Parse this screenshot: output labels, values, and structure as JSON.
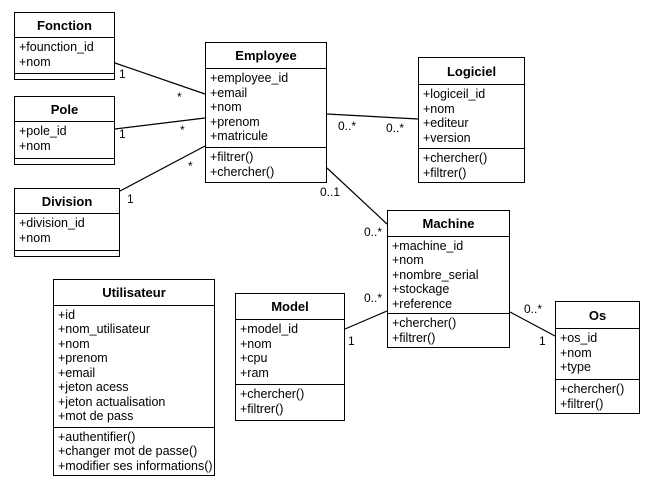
{
  "classes": {
    "fonction": {
      "name": "Fonction",
      "attributes": [
        "+founction_id",
        "+nom"
      ],
      "methods": []
    },
    "pole": {
      "name": "Pole",
      "attributes": [
        "+pole_id",
        "+nom"
      ],
      "methods": []
    },
    "division": {
      "name": "Division",
      "attributes": [
        "+division_id",
        "+nom"
      ],
      "methods": []
    },
    "employee": {
      "name": "Employee",
      "attributes": [
        "+employee_id",
        "+email",
        "+nom",
        "+prenom",
        "+matricule"
      ],
      "methods": [
        "+filtrer()",
        "+chercher()"
      ]
    },
    "logiciel": {
      "name": "Logiciel",
      "attributes": [
        "+logiceil_id",
        "+nom",
        "+editeur",
        "+version"
      ],
      "methods": [
        "+chercher()",
        "+filtrer()"
      ]
    },
    "machine": {
      "name": "Machine",
      "attributes": [
        "+machine_id",
        "+nom",
        "+nombre_serial",
        "+stockage",
        "+reference"
      ],
      "methods": [
        "+chercher()",
        "+filtrer()"
      ]
    },
    "utilisateur": {
      "name": "Utilisateur",
      "attributes": [
        "+id",
        "+nom_utilisateur",
        "+nom",
        "+prenom",
        "+email",
        "+jeton acess",
        "+jeton actualisation",
        "+mot de pass"
      ],
      "methods": [
        "+authentifier()",
        "+changer mot de passe()",
        "+modifier ses informations()"
      ]
    },
    "model": {
      "name": "Model",
      "attributes": [
        "+model_id",
        "+nom",
        "+cpu",
        "+ram"
      ],
      "methods": [
        "+chercher()",
        "+filtrer()"
      ]
    },
    "os": {
      "name": "Os",
      "attributes": [
        "+os_id",
        "+nom",
        "+type"
      ],
      "methods": [
        "+chercher()",
        "+filtrer()"
      ]
    }
  },
  "associations": {
    "fonction_employee": {
      "from": "Fonction",
      "to": "Employee",
      "from_mult": "1",
      "to_mult": "*"
    },
    "pole_employee": {
      "from": "Pole",
      "to": "Employee",
      "from_mult": "1",
      "to_mult": "*"
    },
    "division_employee": {
      "from": "Division",
      "to": "Employee",
      "from_mult": "1",
      "to_mult": "*"
    },
    "employee_logiciel": {
      "from": "Employee",
      "to": "Logiciel",
      "from_mult": "0..*",
      "to_mult": "0..*"
    },
    "employee_machine": {
      "from": "Employee",
      "to": "Machine",
      "from_mult": "0..1",
      "to_mult": "0..*"
    },
    "model_machine": {
      "from": "Model",
      "to": "Machine",
      "from_mult": "1",
      "to_mult": "0..*"
    },
    "machine_os": {
      "from": "Machine",
      "to": "Os",
      "from_mult": "0..*",
      "to_mult": "1"
    }
  }
}
